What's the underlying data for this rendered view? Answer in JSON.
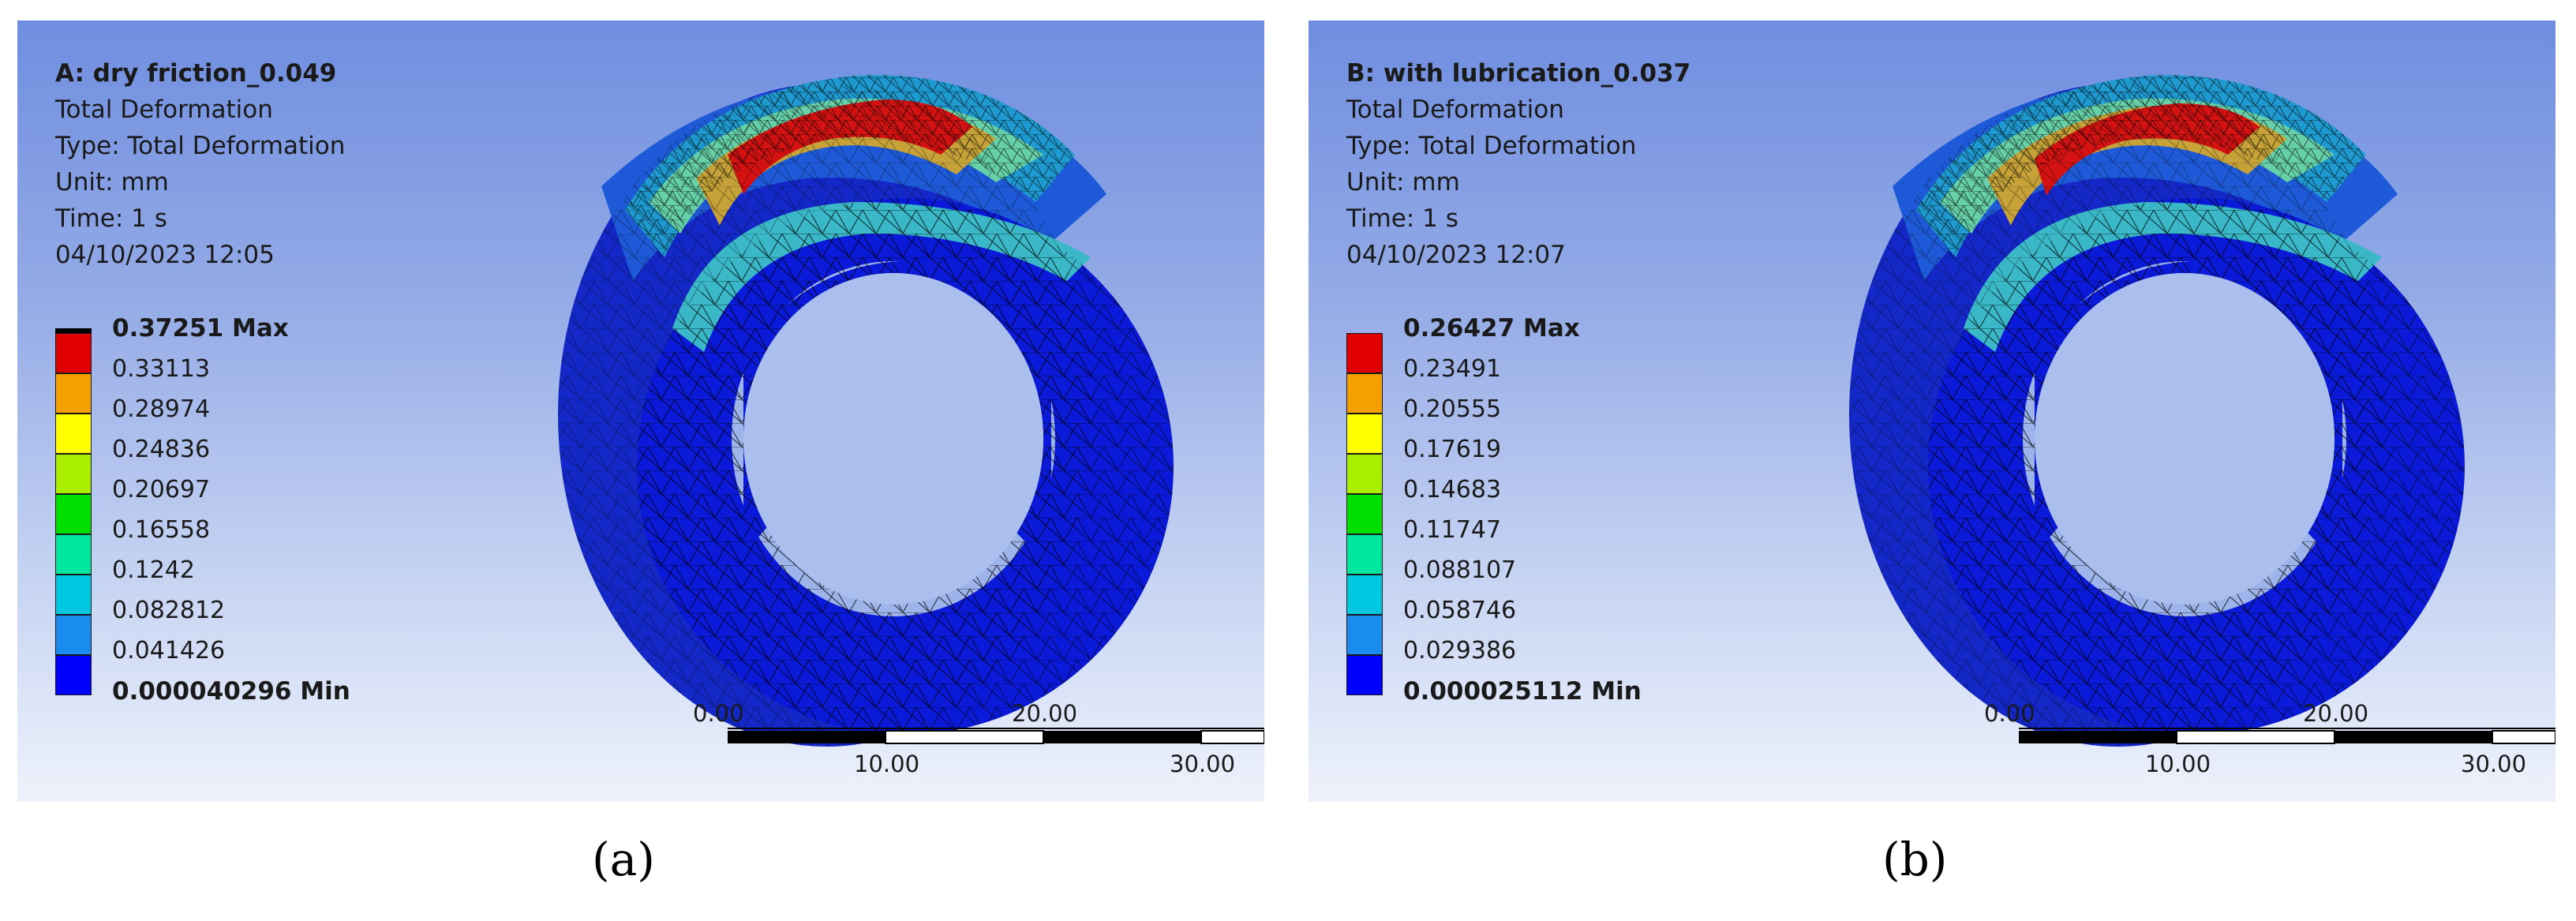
{
  "panels": [
    {
      "title": "A: dry friction_0.049",
      "lines": [
        "Total Deformation",
        "Type: Total Deformation",
        "Unit: mm",
        "Time: 1 s",
        "04/10/2023 12:05"
      ],
      "max_label": "0.37251 Max",
      "min_label": "0.000040296 Min",
      "levels": [
        "0.33113",
        "0.28974",
        "0.24836",
        "0.20697",
        "0.16558",
        "0.1242",
        "0.082812",
        "0.041426"
      ],
      "scale_top": [
        "0.00",
        "20.00"
      ],
      "scale_bottom": [
        "10.00",
        "30.00"
      ],
      "caption": "(a)"
    },
    {
      "title": "B: with lubrication_0.037",
      "lines": [
        "Total Deformation",
        "Type: Total Deformation",
        "Unit: mm",
        "Time: 1 s",
        "04/10/2023 12:07"
      ],
      "max_label": "0.26427 Max",
      "min_label": "0.000025112 Min",
      "levels": [
        "0.23491",
        "0.20555",
        "0.17619",
        "0.14683",
        "0.11747",
        "0.088107",
        "0.058746",
        "0.029386"
      ],
      "scale_top": [
        "0.00",
        "20.00"
      ],
      "scale_bottom": [
        "10.00",
        "30.00"
      ],
      "caption": "(b)"
    }
  ],
  "colors": {
    "contour_scale": [
      "#e00000",
      "#f5a000",
      "#ffff00",
      "#aaee00",
      "#00e000",
      "#00e8a0",
      "#00c8e0",
      "#1a8cf0",
      "#0000ff"
    ],
    "background_top": "#6f8ee0",
    "background_bottom": "#eef2fb"
  }
}
